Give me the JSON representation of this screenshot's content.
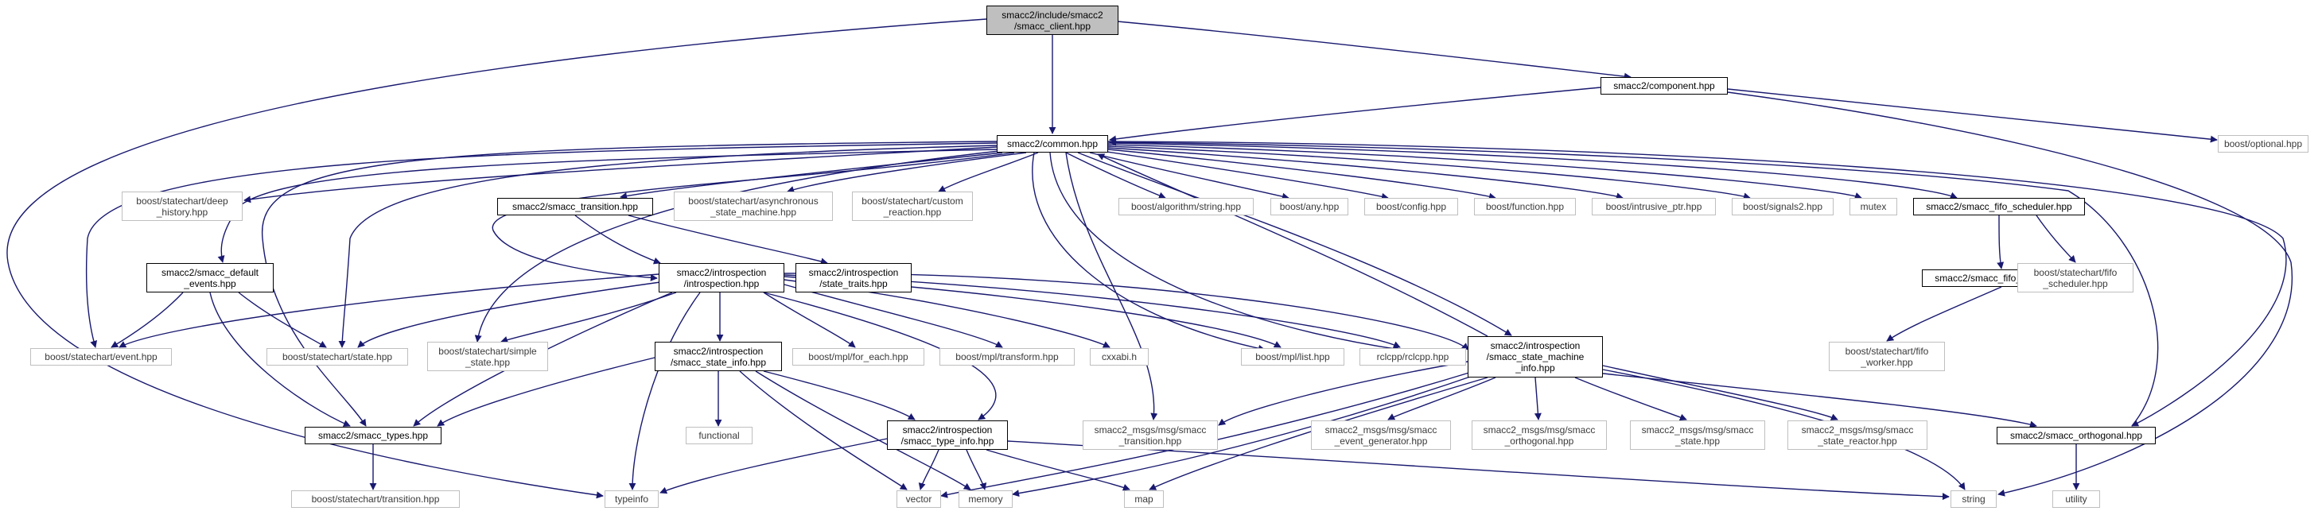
{
  "nodes": {
    "root": "smacc2/include/smacc2\n/smacc_client.hpp",
    "component": "smacc2/component.hpp",
    "optional": "boost/optional.hpp",
    "common": "smacc2/common.hpp",
    "deep_history": "boost/statechart/deep\n_history.hpp",
    "default_events": "smacc2/smacc_default\n_events.hpp",
    "smacc_transition": "smacc2/smacc_transition.hpp",
    "async_sm": "boost/statechart/asynchronous\n_state_machine.hpp",
    "custom_reaction": "boost/statechart/custom\n_reaction.hpp",
    "algorithm_string": "boost/algorithm/string.hpp",
    "any": "boost/any.hpp",
    "config": "boost/config.hpp",
    "function": "boost/function.hpp",
    "intrusive_ptr": "boost/intrusive_ptr.hpp",
    "signals2": "boost/signals2.hpp",
    "mutex": "mutex",
    "fifo_scheduler": "smacc2/smacc_fifo_scheduler.hpp",
    "introspection": "smacc2/introspection\n/introspection.hpp",
    "state_traits": "smacc2/introspection\n/state_traits.hpp",
    "fifo_worker": "smacc2/smacc_fifo_worker.hpp",
    "sc_fifo_scheduler": "boost/statechart/fifo\n_scheduler.hpp",
    "event": "boost/statechart/event.hpp",
    "state": "boost/statechart/state.hpp",
    "simple_state": "boost/statechart/simple\n_state.hpp",
    "state_info": "smacc2/introspection\n/smacc_state_info.hpp",
    "for_each": "boost/mpl/for_each.hpp",
    "transform": "boost/mpl/transform.hpp",
    "cxxabi": "cxxabi.h",
    "mpl_list": "boost/mpl/list.hpp",
    "rclcpp": "rclcpp/rclcpp.hpp",
    "sm_info": "smacc2/introspection\n/smacc_state_machine\n_info.hpp",
    "sc_fifo_worker": "boost/statechart/fifo\n_worker.hpp",
    "functional": "functional",
    "smacc_types": "smacc2/smacc_types.hpp",
    "type_info": "smacc2/introspection\n/smacc_type_info.hpp",
    "msg_transition": "smacc2_msgs/msg/smacc\n_transition.hpp",
    "msg_event_gen": "smacc2_msgs/msg/smacc\n_event_generator.hpp",
    "msg_orthogonal": "smacc2_msgs/msg/smacc\n_orthogonal.hpp",
    "msg_state": "smacc2_msgs/msg/smacc\n_state.hpp",
    "msg_state_reactor": "smacc2_msgs/msg/smacc\n_state_reactor.hpp",
    "orthogonal": "smacc2/smacc_orthogonal.hpp",
    "sc_transition": "boost/statechart/transition.hpp",
    "typeinfo": "typeinfo",
    "vector": "vector",
    "memory": "memory",
    "map": "map",
    "string": "string",
    "utility": "utility"
  }
}
